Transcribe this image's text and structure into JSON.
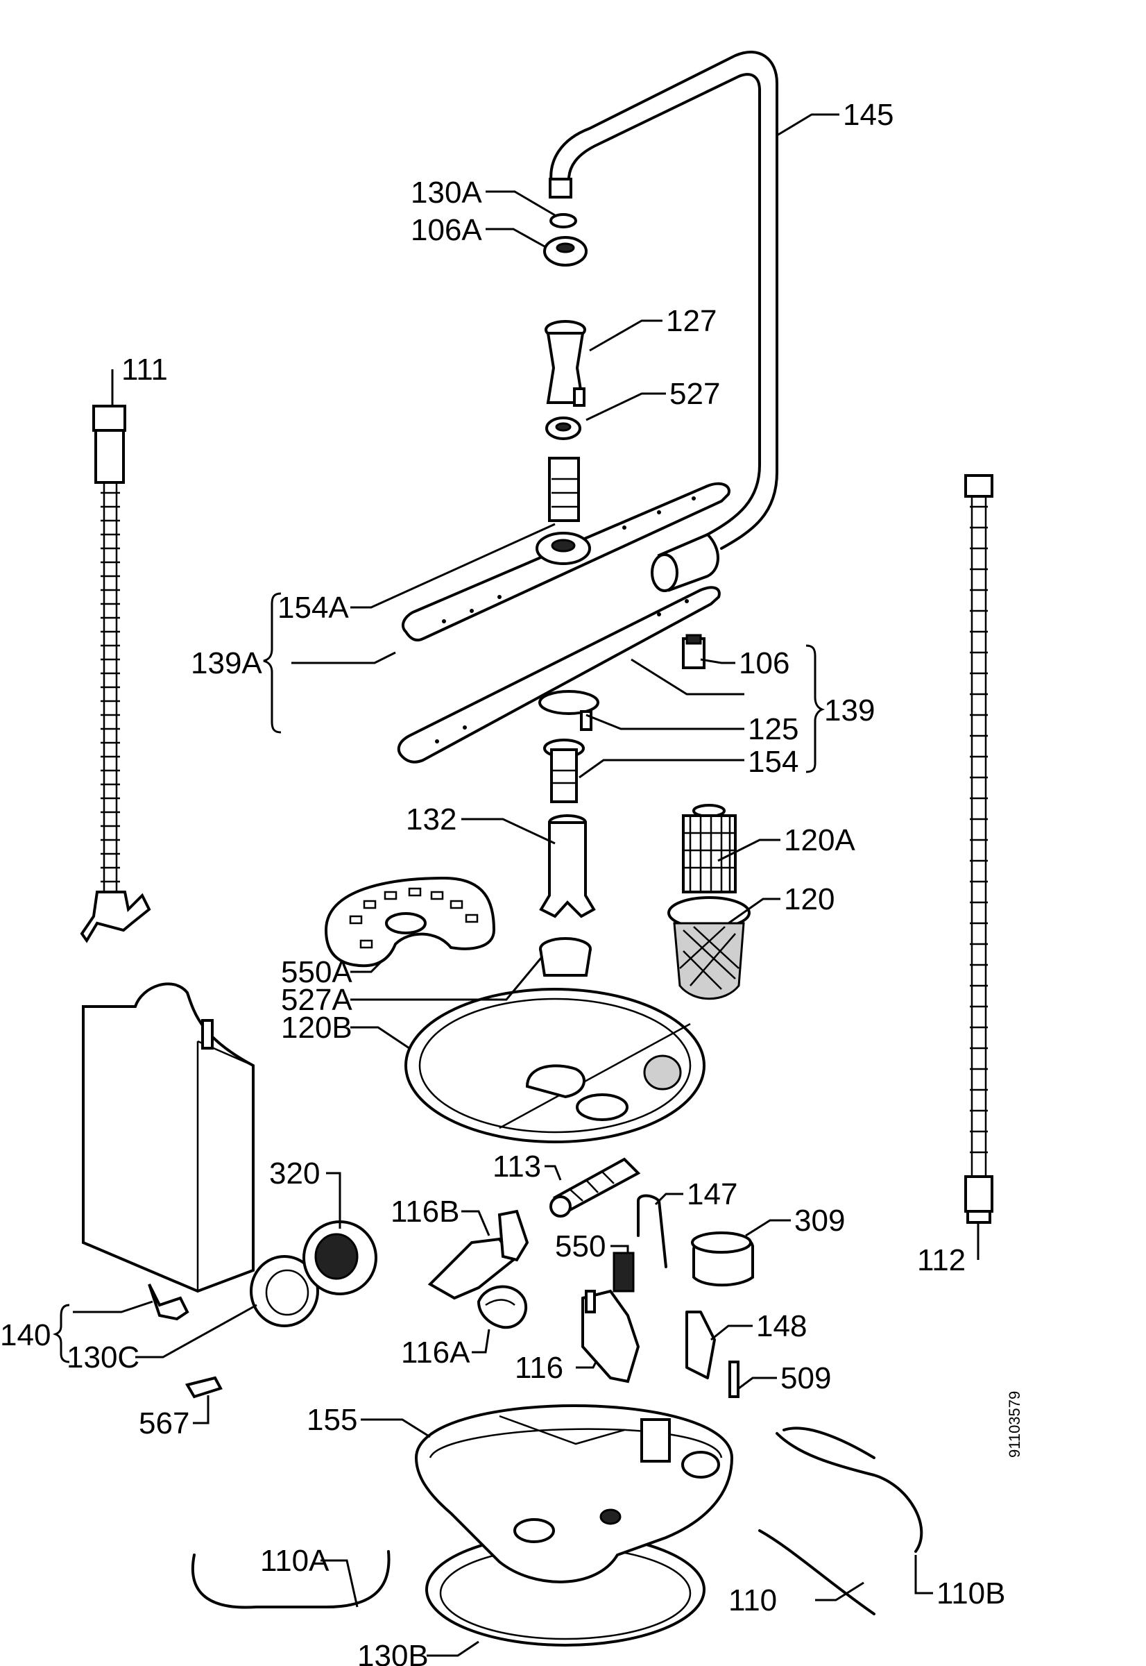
{
  "diagram_code": "91103579",
  "labels": {
    "l145": "145",
    "l130A": "130A",
    "l106A": "106A",
    "l127": "127",
    "l111": "111",
    "l527": "527",
    "l154A": "154A",
    "l139A": "139A",
    "l106": "106",
    "l139": "139",
    "l125": "125",
    "l154": "154",
    "l132": "132",
    "l120A": "120A",
    "l120": "120",
    "l550A": "550A",
    "l527A": "527A",
    "l120B": "120B",
    "l113": "113",
    "l320": "320",
    "l116B": "116B",
    "l147": "147",
    "l309": "309",
    "l550": "550",
    "l112": "112",
    "l140": "140",
    "l130C": "130C",
    "l116A": "116A",
    "l116": "116",
    "l148": "148",
    "l509": "509",
    "l567": "567",
    "l155": "155",
    "l110A": "110A",
    "l110": "110",
    "l110B": "110B",
    "l130B": "130B"
  }
}
